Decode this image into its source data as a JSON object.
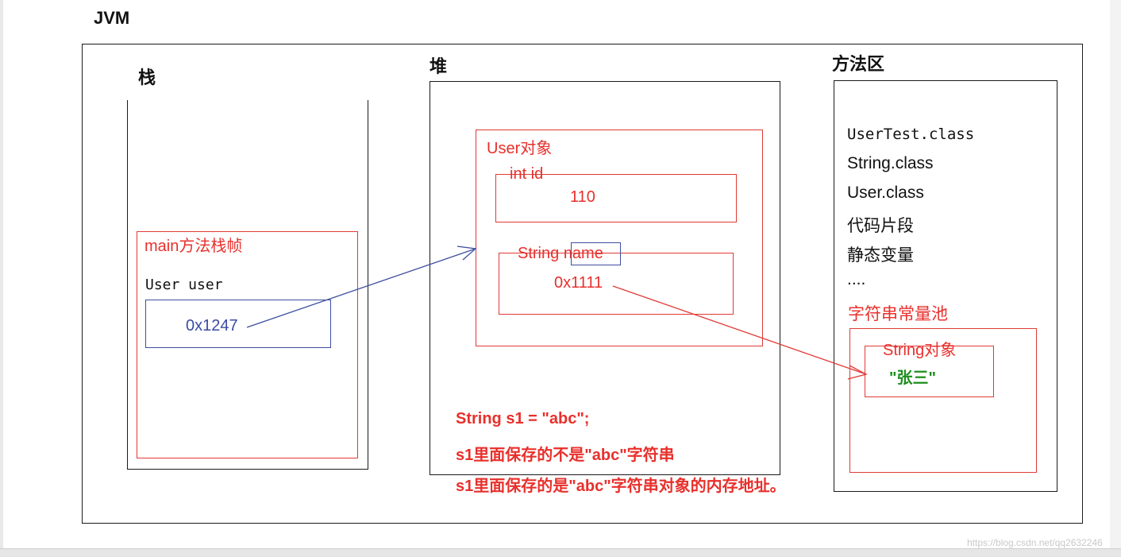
{
  "jvm_title": "JVM",
  "stack": {
    "title": "栈",
    "frame_label": "main方法栈帧",
    "var_label": "User user",
    "address": "0x1247"
  },
  "heap": {
    "title": "堆",
    "object_label": "User对象",
    "field_id_label": "int id",
    "field_id_value": "110",
    "field_name_label_prefix": "String ",
    "field_name_label_highlight": "name",
    "field_name_value": "0x1111",
    "notes": [
      "String s1 = \"abc\";",
      "s1里面保存的不是\"abc\"字符串",
      "s1里面保存的是\"abc\"字符串对象的内存地址。"
    ]
  },
  "method_area": {
    "title": "方法区",
    "items": [
      "UserTest.class",
      "String.class",
      "User.class",
      "代码片段",
      "静态变量",
      "...."
    ],
    "pool_label": "字符串常量池",
    "string_object_label": "String对象",
    "string_value": "\"张三\""
  },
  "watermark": "https://blog.csdn.net/qq2632246"
}
